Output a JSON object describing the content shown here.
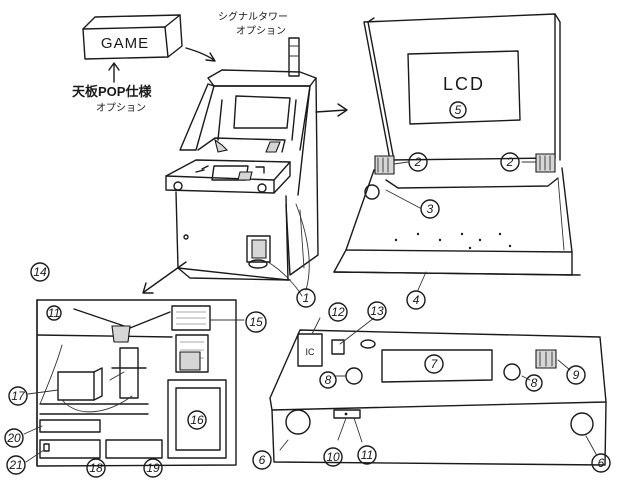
{
  "labels": {
    "game": "GAME",
    "signal_tower": "シグナルタワー",
    "signal_tower_option": "オプション",
    "top_pop": "天板POP仕様",
    "top_pop_option": "オプション",
    "lcd": "LCD",
    "lcd_num": "5",
    "ic": "IC"
  },
  "callouts": {
    "c1": "1",
    "c2a": "2",
    "c2b": "2",
    "c3": "3",
    "c4": "4",
    "c6a": "6",
    "c6b": "6",
    "c7": "7",
    "c8a": "8",
    "c8b": "8",
    "c9": "9",
    "c10": "10",
    "c11": "11",
    "c12": "12",
    "c13": "13",
    "c14": "14",
    "c15": "15",
    "c16": "16",
    "c17": "17",
    "c18": "18",
    "c19": "19",
    "c20": "20",
    "c21": "21",
    "c_inner": "11"
  }
}
